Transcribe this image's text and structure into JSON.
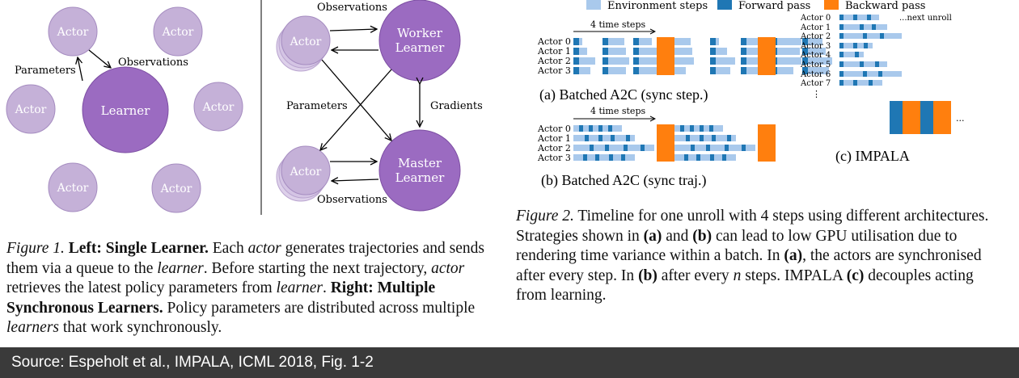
{
  "figure1": {
    "left": {
      "learner_label": "Learner",
      "actor_label": "Actor",
      "parameters_label": "Parameters",
      "observations_label": "Observations"
    },
    "right": {
      "actor_label": "Actor",
      "worker_label_1": "Worker",
      "worker_label_2": "Learner",
      "master_label_1": "Master",
      "master_label_2": "Learner",
      "observations_top": "Observations",
      "observations_bottom": "Observations",
      "parameters_label": "Parameters",
      "gradients_label": "Gradients"
    },
    "caption": {
      "prefix": "Figure 1.",
      "left_title": "Left: Single Learner.",
      "t1": " Each ",
      "actor1": "actor",
      "t2": " generates trajectories and sends them via a queue to the ",
      "learner1": "learner",
      "t3": ". Before starting the next trajectory, ",
      "actor2": "actor",
      "t4": " retrieves the latest policy parameters from ",
      "learner2": "learner",
      "t5": ".",
      "right_title": "Right: Multiple Synchronous Learners.",
      "t6": " Policy parameters are distributed across multiple ",
      "learners": "learners",
      "t7": " that work synchronously."
    }
  },
  "figure2": {
    "legend": {
      "env": "Environment steps",
      "forward": "Forward pass",
      "backward": "Backward pass"
    },
    "colors": {
      "env": "#a9c9ec",
      "forward": "#1f77b4",
      "backward": "#ff7f0e"
    },
    "actor_labels": [
      "Actor 0",
      "Actor 1",
      "Actor 2",
      "Actor 3",
      "Actor 4",
      "Actor 5",
      "Actor 6",
      "Actor 7"
    ],
    "time_steps_label": "4 time steps",
    "next_unroll": "...next unroll",
    "vdots": "⋮",
    "ellipsis": "...",
    "sub_a": "(a) Batched A2C (sync step.)",
    "sub_b": "(b) Batched A2C (sync traj.)",
    "sub_c": "(c) IMPALA",
    "caption": {
      "prefix": "Figure 2.",
      "t1": " Timeline for one unroll with 4 steps using different architectures. Strategies shown in ",
      "a": "(a)",
      "t2": " and ",
      "b": "(b)",
      "t3": " can lead to low GPU utilisation due to rendering time variance within a batch. In ",
      "a2": "(a)",
      "t4": ", the actors are synchronised after every step. In ",
      "b2": "(b)",
      "t5": " after every ",
      "n": "n",
      "t6": " steps. IMPALA ",
      "c": "(c)",
      "t7": " decouples acting from learning."
    }
  },
  "footer": {
    "source": "Source: Espeholt et al., IMPALA, ICML 2018, Fig. 1-2"
  }
}
